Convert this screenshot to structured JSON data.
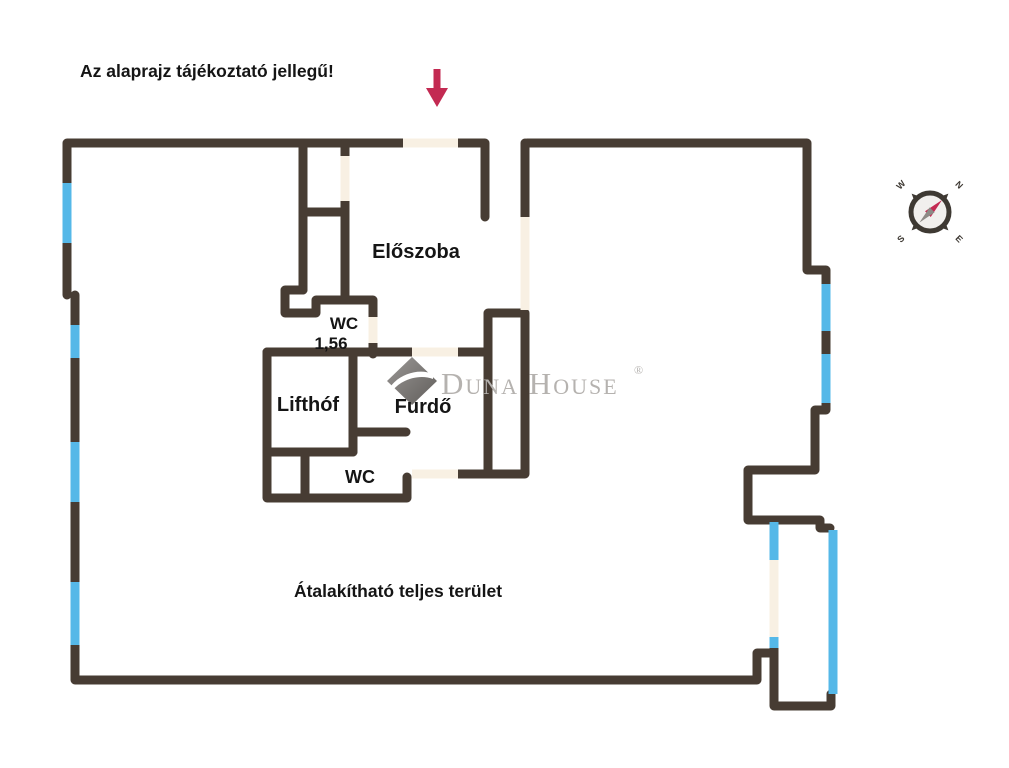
{
  "title": "Az alaprajz tájékoztató jellegű!",
  "rooms": {
    "eloszoba": "Előszoba",
    "wc_small": "WC",
    "wc_small_area": "1,56",
    "lifthof": "Lifthóf",
    "furdo": "Furdő",
    "wc_lower": "WC",
    "total_area": "Átalakítható teljes terület"
  },
  "watermark": {
    "brand": "Duna House",
    "registered": "®"
  },
  "compass": {
    "w": "W",
    "n": "N",
    "s": "S",
    "e": "E"
  },
  "colors": {
    "wall": "#473c33",
    "window": "#55b8e8",
    "door": "#f8f0e3",
    "arrow": "#c32a52",
    "watermark": "#b5b2af",
    "ink": "#151515"
  }
}
